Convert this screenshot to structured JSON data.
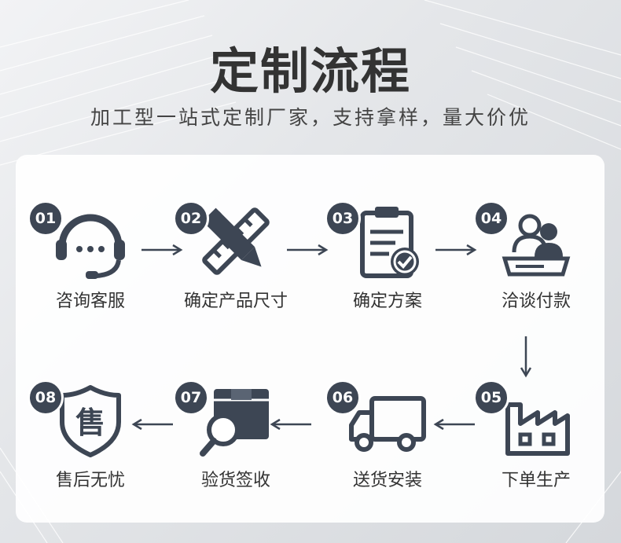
{
  "header": {
    "title": "定制流程",
    "subtitle": "加工型一站式定制厂家，支持拿样，量大价优"
  },
  "steps": [
    {
      "num": "01",
      "label": "咨询客服",
      "icon": "headset-icon"
    },
    {
      "num": "02",
      "label": "确定产品尺寸",
      "icon": "pencil-ruler-icon"
    },
    {
      "num": "03",
      "label": "确定方案",
      "icon": "checklist-document-icon"
    },
    {
      "num": "04",
      "label": "洽谈付款",
      "icon": "meeting-icon"
    },
    {
      "num": "05",
      "label": "下单生产",
      "icon": "factory-icon"
    },
    {
      "num": "06",
      "label": "送货安装",
      "icon": "delivery-truck-icon"
    },
    {
      "num": "07",
      "label": "验货签收",
      "icon": "inspection-box-icon"
    },
    {
      "num": "08",
      "label": "售后无忧",
      "icon": "after-sales-shield-icon"
    }
  ],
  "shield_char": "售",
  "colors": {
    "icon": "#3d4654",
    "badge": "#3d4654",
    "text": "#333333"
  }
}
